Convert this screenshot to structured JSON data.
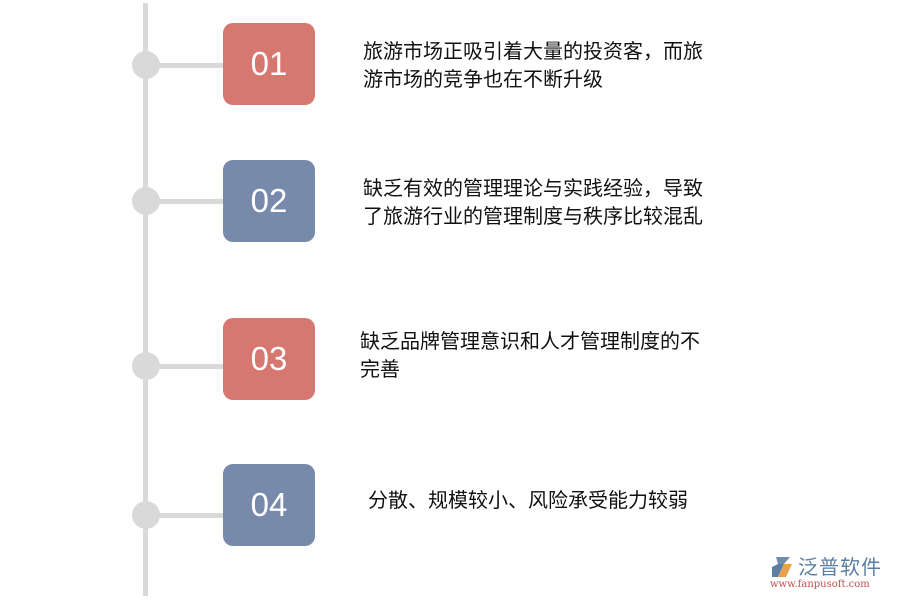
{
  "timeline": {
    "items": [
      {
        "number": "01",
        "color": "#d77870",
        "text_line1": "旅游市场正吸引着大量的投资客，而旅",
        "text_line2": "游市场的竞争也在不断升级"
      },
      {
        "number": "02",
        "color": "#788aab",
        "text_line1": "缺乏有效的管理理论与实践经验，导致",
        "text_line2": "了旅游行业的管理制度与秩序比较混乱"
      },
      {
        "number": "03",
        "color": "#d77870",
        "text_line1": "缺乏品牌管理意识和人才管理制度的不",
        "text_line2": "完善"
      },
      {
        "number": "04",
        "color": "#788aab",
        "text_line1": "分散、规模较小、风险承受能力较弱",
        "text_line2": ""
      }
    ],
    "line_color": "#d9d9d9"
  },
  "logo": {
    "name": "泛普软件",
    "url": "www.fanpusoft.com",
    "icon": "fanpu-logo-icon"
  }
}
